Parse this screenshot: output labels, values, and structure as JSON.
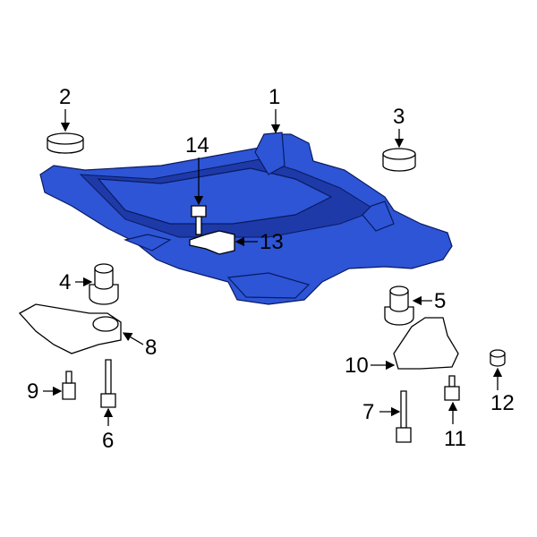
{
  "colors": {
    "highlight": "#2d55d6",
    "outline": "#000000"
  },
  "callouts": [
    "1",
    "2",
    "3",
    "4",
    "5",
    "6",
    "7",
    "8",
    "9",
    "10",
    "11",
    "12",
    "13",
    "14"
  ]
}
